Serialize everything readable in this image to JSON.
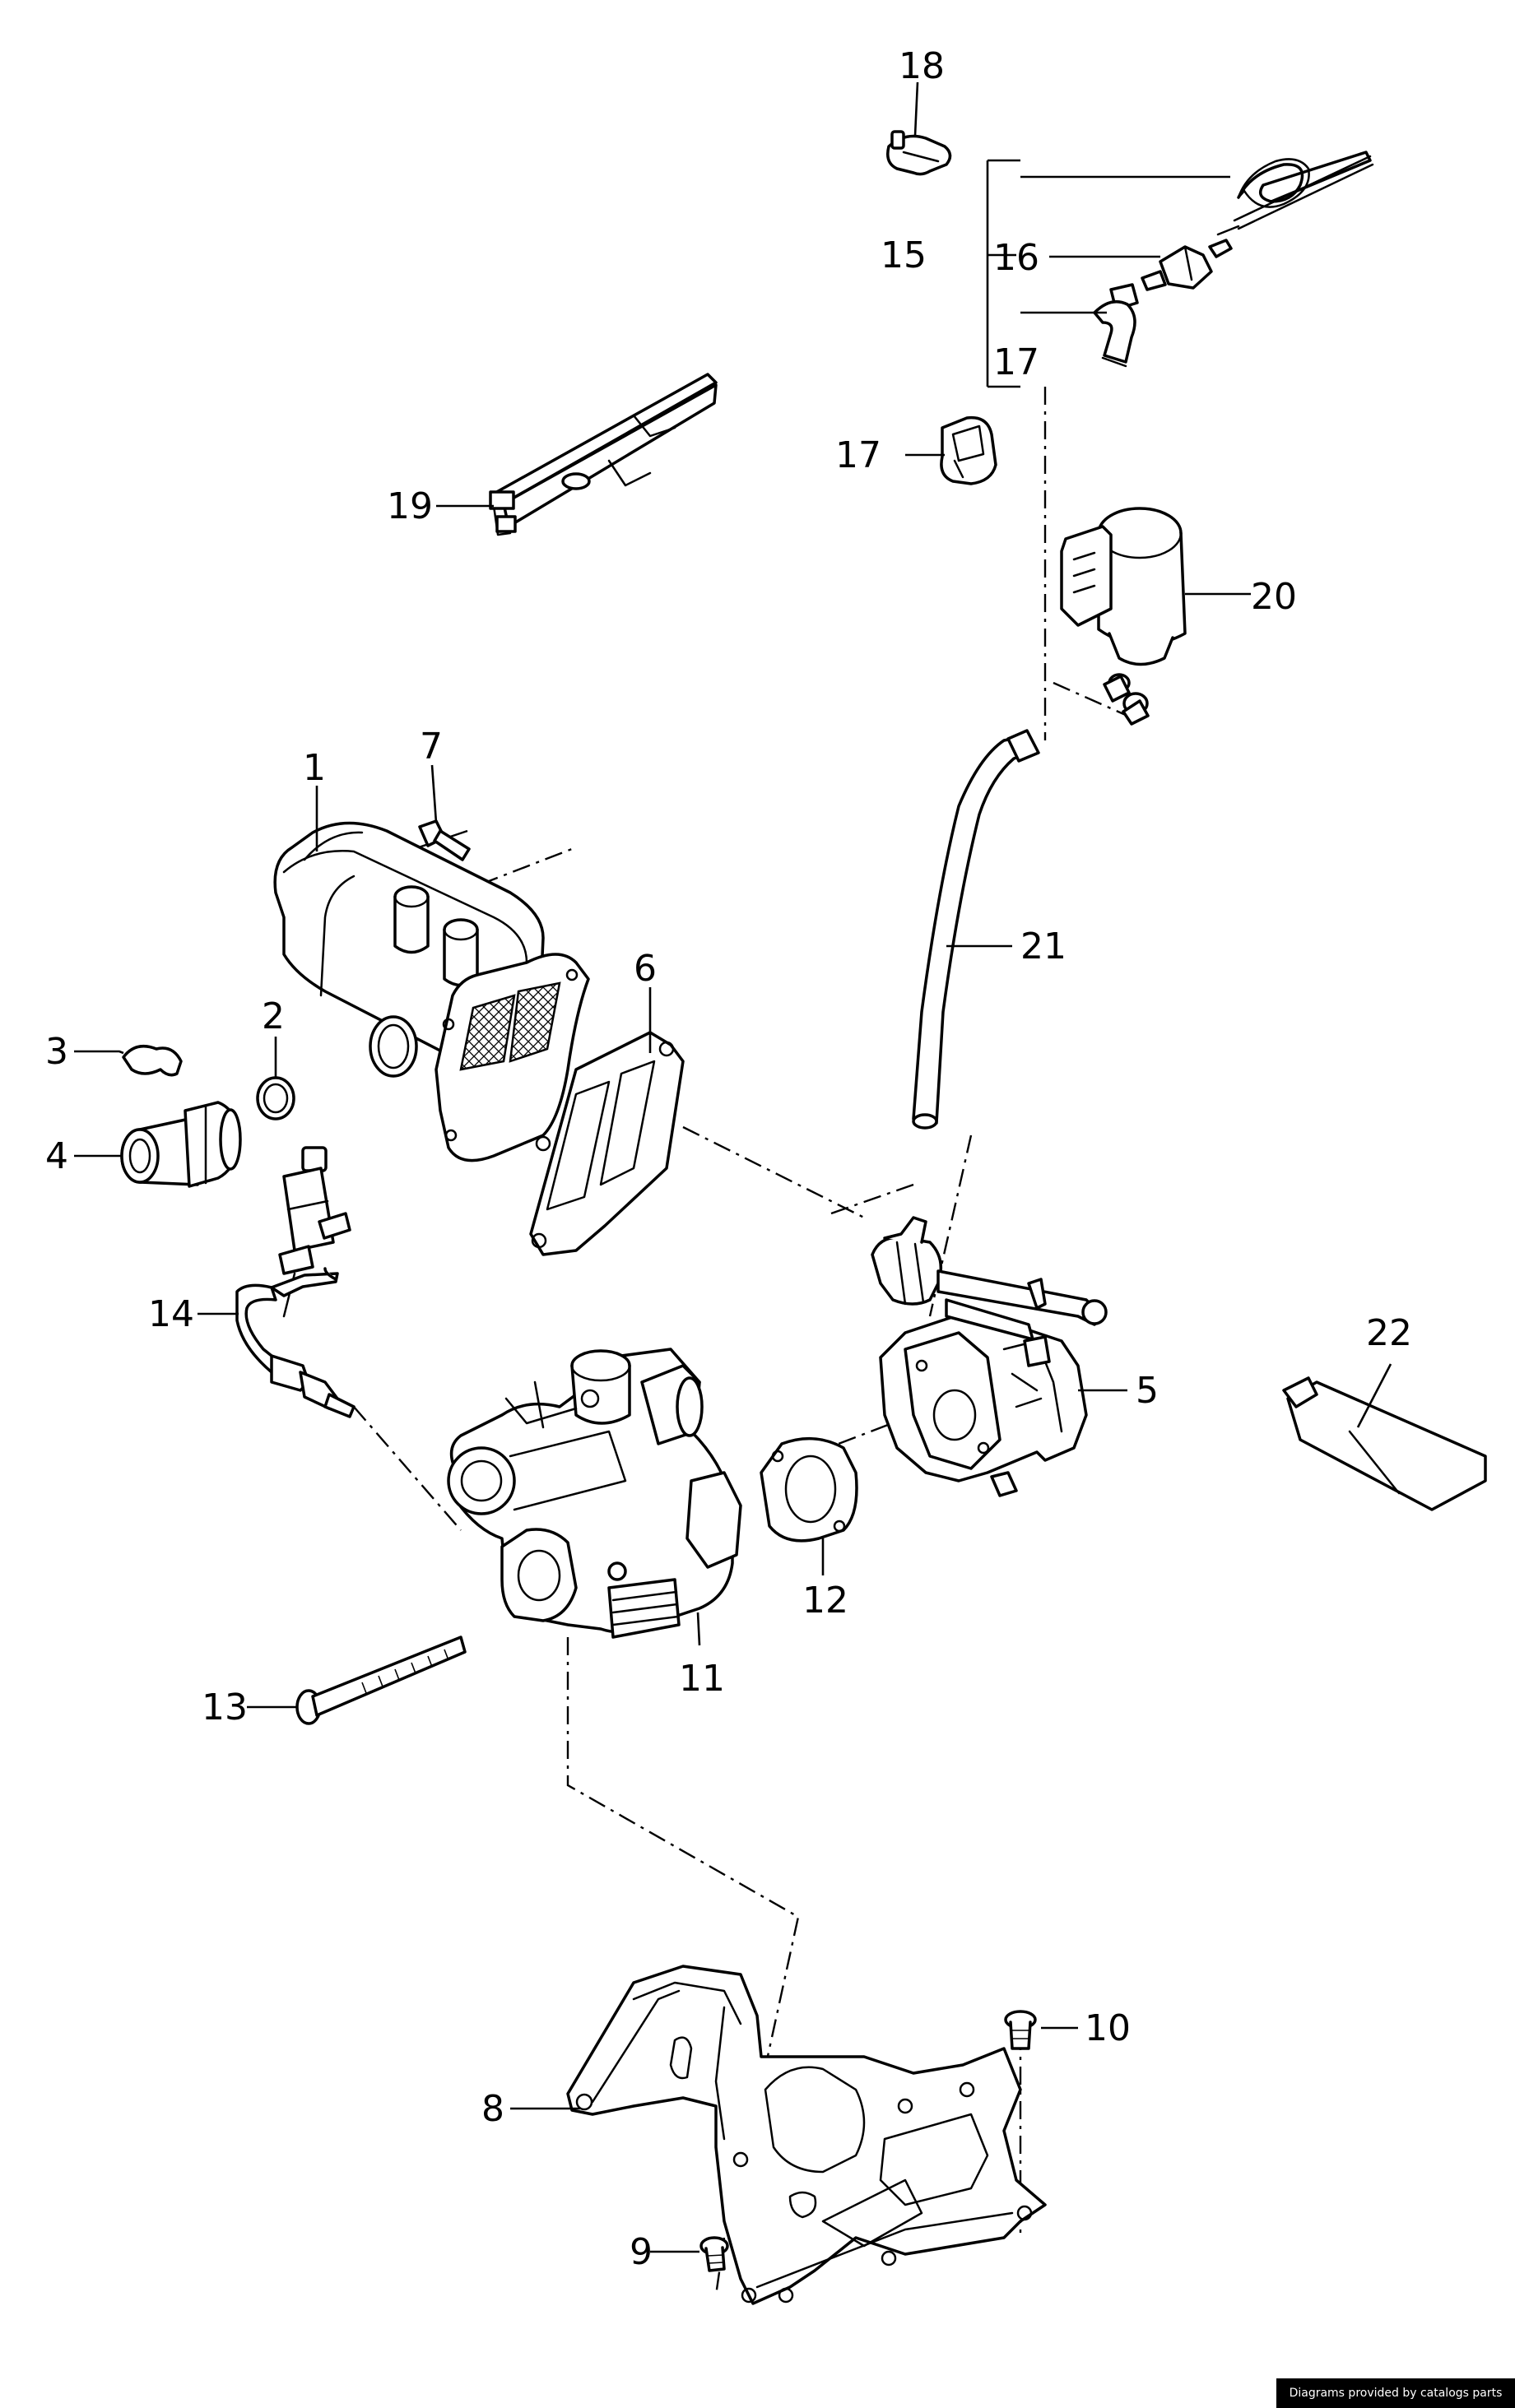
{
  "labels": [
    "1",
    "2",
    "3",
    "4",
    "5",
    "6",
    "7",
    "8",
    "9",
    "10",
    "11",
    "12",
    "13",
    "14",
    "15",
    "16",
    "17",
    "17",
    "18",
    "19",
    "20",
    "21",
    "22"
  ],
  "credit": "Diagrams provided by catalogs parts",
  "colors": {
    "line": "#000000",
    "background": "#ffffff",
    "credit_bg": "#000000",
    "credit_text": "#ffffff"
  }
}
